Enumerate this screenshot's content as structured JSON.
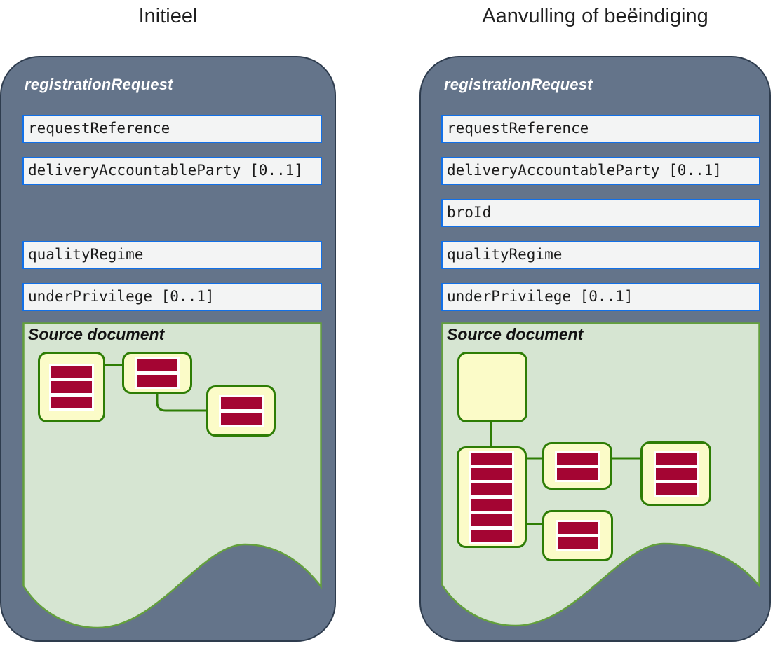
{
  "panels": [
    {
      "title": "Initieel",
      "header": "registrationRequest",
      "fields": [
        "requestReference",
        "deliveryAccountableParty [0..1]",
        "qualityRegime",
        "underPrivilege [0..1]"
      ],
      "source_label": "Source document",
      "tree": [
        {
          "name": "document-node-a",
          "bars": 3
        },
        {
          "name": "document-node-b",
          "bars": 2
        },
        {
          "name": "document-node-c",
          "bars": 2
        }
      ]
    },
    {
      "title": "Aanvulling of beëindiging",
      "header": "registrationRequest",
      "fields": [
        "requestReference",
        "deliveryAccountableParty [0..1]",
        "broId",
        "qualityRegime",
        "underPrivilege [0..1]"
      ],
      "source_label": "Source document",
      "tree": [
        {
          "name": "document-node-empty",
          "bars": 0
        },
        {
          "name": "document-node-tall",
          "bars": 6
        },
        {
          "name": "document-node-mid-top",
          "bars": 2
        },
        {
          "name": "document-node-right",
          "bars": 3
        },
        {
          "name": "document-node-mid-bottom",
          "bars": 2
        }
      ]
    }
  ],
  "colors": {
    "panel": "#64748a",
    "field_border": "#1170e8",
    "field_background": "#f3f4f4",
    "source_background": "#d6e5d2",
    "source_edge": "#63a03c",
    "node_border": "#2e7d05",
    "node_fill": "#fbfbc8",
    "bar": "#a40533"
  }
}
